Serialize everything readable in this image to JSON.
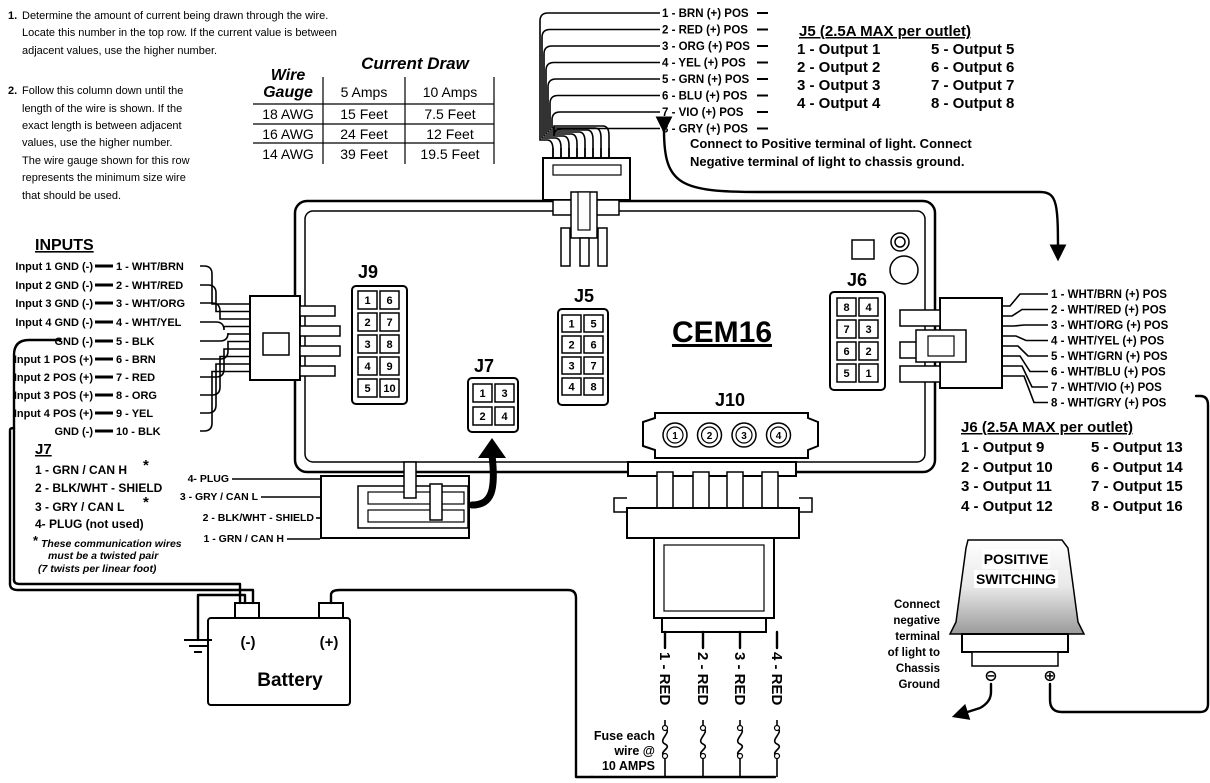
{
  "instructions": [
    {
      "num": "1.",
      "lines": [
        "Determine the amount of current being drawn through the wire.",
        "Locate this number in the top row. If the current value is between",
        "adjacent values, use the higher number."
      ]
    },
    {
      "num": "2.",
      "lines": [
        "Follow this column down until the",
        "length of the wire is  shown. If the",
        "exact length is between adjacent",
        "values, use the higher  number.",
        "The wire gauge shown for this row",
        "represents the minimum  size wire",
        "that should be used."
      ]
    }
  ],
  "wire_table": {
    "title": "Current Draw",
    "row_header": [
      "Wire",
      "Gauge"
    ],
    "columns": [
      "5 Amps",
      "10 Amps"
    ],
    "rows": [
      {
        "gauge": "18 AWG",
        "values": [
          "15 Feet",
          "7.5 Feet"
        ]
      },
      {
        "gauge": "16 AWG",
        "values": [
          "24 Feet",
          "12 Feet"
        ]
      },
      {
        "gauge": "14 AWG",
        "values": [
          "39 Feet",
          "19.5 Feet"
        ]
      }
    ]
  },
  "inputs": {
    "title": "INPUTS",
    "wires": [
      {
        "left": "Input 1 GND (-)",
        "right": "1 - WHT/BRN"
      },
      {
        "left": "Input 2 GND (-)",
        "right": "2 - WHT/RED"
      },
      {
        "left": "Input 3 GND (-)",
        "right": "3 - WHT/ORG"
      },
      {
        "left": "Input 4 GND (-)",
        "right": "4 - WHT/YEL"
      },
      {
        "left": "GND (-)",
        "right": "5 - BLK"
      },
      {
        "left": "Input 1 POS (+)",
        "right": "6 - BRN"
      },
      {
        "left": "Input 2 POS (+)",
        "right": "7 - RED"
      },
      {
        "left": "Input 3 POS (+)",
        "right": "8 - ORG"
      },
      {
        "left": "Input 4 POS (+)",
        "right": "9 - YEL"
      },
      {
        "left": "GND (-)",
        "right": "10 - BLK"
      }
    ]
  },
  "j7": {
    "title": "J7",
    "items": [
      "1 - GRN / CAN H",
      "2 - BLK/WHT - SHIELD",
      "3 - GRY / CAN L",
      "4- PLUG (not used)"
    ],
    "star": "*",
    "note": [
      "These communication wires",
      "must be a twisted pair",
      "(7 twists per linear foot)"
    ],
    "plug_labels": [
      "4- PLUG",
      "3 - GRY / CAN L",
      "2 - BLK/WHT - SHIELD",
      "1 - GRN / CAN H"
    ]
  },
  "j5": {
    "wires": [
      "1 - BRN (+) POS",
      "2 - RED (+) POS",
      "3 - ORG (+) POS",
      "4 - YEL (+) POS",
      "5 - GRN (+) POS",
      "6 - BLU (+) POS",
      "7 - VIO (+) POS",
      "8 - GRY (+) POS"
    ],
    "title": "J5 (2.5A MAX per outlet)",
    "outputs_left": [
      "1 - Output 1",
      "2 - Output 2",
      "3 - Output 3",
      "4 - Output 4"
    ],
    "outputs_right": [
      "5 - Output 5",
      "6 - Output 6",
      "7 - Output 7",
      "8 - Output 8"
    ],
    "note": [
      "Connect to Positive terminal of light. Connect",
      "Negative terminal of light to chassis ground."
    ]
  },
  "j6": {
    "wires": [
      "1 - WHT/BRN (+) POS",
      "2 - WHT/RED (+) POS",
      "3 - WHT/ORG (+) POS",
      "4 - WHT/YEL (+) POS",
      "5 - WHT/GRN (+) POS",
      "6 - WHT/BLU (+) POS",
      "7 - WHT/VIO (+) POS",
      "8 - WHT/GRY (+) POS"
    ],
    "title": "J6 (2.5A MAX per outlet)",
    "outputs_left": [
      "1 - Output 9",
      "2 - Output 10",
      "3 - Output 11",
      "4 - Output 12"
    ],
    "outputs_right": [
      "5 - Output 13",
      "6 - Output 14",
      "7 - Output 15",
      "8 - Output 16"
    ]
  },
  "module": {
    "name": "CEM16",
    "j9": {
      "label": "J9",
      "pins": [
        "1",
        "6",
        "2",
        "7",
        "3",
        "8",
        "4",
        "9",
        "5",
        "10"
      ]
    },
    "j5": {
      "label": "J5",
      "pins": [
        "1",
        "5",
        "2",
        "6",
        "3",
        "7",
        "4",
        "8"
      ]
    },
    "j7": {
      "label": "J7",
      "pins": [
        "1",
        "3",
        "2",
        "4"
      ]
    },
    "j6": {
      "label": "J6",
      "pins": [
        "8",
        "4",
        "7",
        "3",
        "6",
        "2",
        "5",
        "1"
      ]
    },
    "j10": {
      "label": "J10",
      "pins": [
        "1",
        "2",
        "3",
        "4"
      ]
    }
  },
  "j10_wires": [
    "1 - RED",
    "2 - RED",
    "3 - RED",
    "4 - RED"
  ],
  "fuse_note": [
    "Fuse each",
    "wire @",
    "10 AMPS"
  ],
  "battery": {
    "label": "Battery",
    "neg": "(-)",
    "pos": "(+)"
  },
  "light": {
    "text": [
      "POSITIVE",
      "SWITCHING"
    ],
    "neg": "⊖",
    "pos": "⊕"
  },
  "ground_note": [
    "Connect",
    "negative",
    "terminal",
    "of light to",
    "Chassis",
    "Ground"
  ]
}
